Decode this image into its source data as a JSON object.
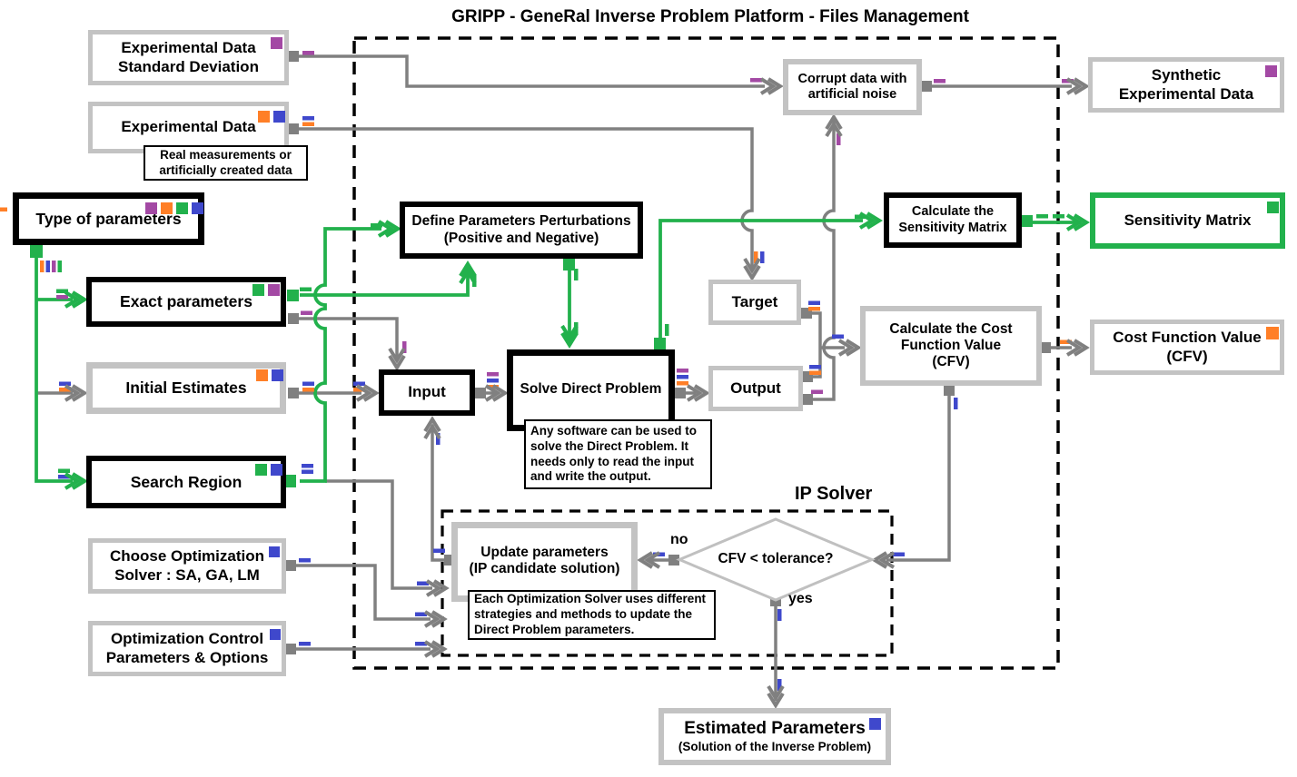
{
  "title": "GRIPP  -  GeneRal Inverse Problem Platform - Files Management",
  "nodes": {
    "exp_std": {
      "label": "Experimental Data\nStandard Deviation"
    },
    "exp_data": {
      "label": "Experimental Data"
    },
    "note_exp": {
      "label": "Real measurements or\nartificially created data"
    },
    "type_params": {
      "label": "Type of parameters"
    },
    "exact_params": {
      "label": "Exact parameters"
    },
    "initial_est": {
      "label": "Initial Estimates"
    },
    "search_region": {
      "label": "Search Region"
    },
    "choose_opt": {
      "label": "Choose Optimization\nSolver : SA, GA, LM"
    },
    "opt_control": {
      "label": "Optimization Control\nParameters & Options"
    },
    "define_pert": {
      "label": "Define Parameters Perturbations\n(Positive and Negative)"
    },
    "input": {
      "label": "Input"
    },
    "solve": {
      "label": "Solve Direct Problem"
    },
    "note_solve": {
      "label": "Any software can be used to\nsolve the Direct Problem. It\nneeds only to read the input\nand write the output."
    },
    "corrupt": {
      "label": "Corrupt data with\nartificial noise"
    },
    "target": {
      "label": "Target"
    },
    "output": {
      "label": "Output"
    },
    "calc_sens": {
      "label": "Calculate the\nSensitivity Matrix"
    },
    "calc_cfv": {
      "label": "Calculate the Cost\nFunction Value\n(CFV)"
    },
    "synth": {
      "label": "Synthetic\nExperimental Data"
    },
    "sens_matrix": {
      "label": "Sensitivity Matrix"
    },
    "cfv": {
      "label": "Cost Function Value\n(CFV)"
    },
    "update": {
      "label": "Update parameters\n(IP candidate solution)"
    },
    "note_update": {
      "label": "Each Optimization Solver uses different\nstrategies and methods to update the\nDirect Problem parameters."
    },
    "estimated": {
      "title": "Estimated Parameters",
      "subtitle": "(Solution of the Inverse Problem)"
    },
    "diamond": {
      "label": "CFV < tolerance?"
    },
    "ip_solver": {
      "label": "IP Solver"
    },
    "decision_no": {
      "label": "no"
    },
    "decision_yes": {
      "label": "yes"
    }
  },
  "colors": {
    "green": "#22b14c",
    "gray": "#808080",
    "purple": "#a349a4",
    "orange": "#ff7f27",
    "blue": "#3f48cc",
    "boxgray": "#c3c3c3",
    "black": "#000000"
  }
}
